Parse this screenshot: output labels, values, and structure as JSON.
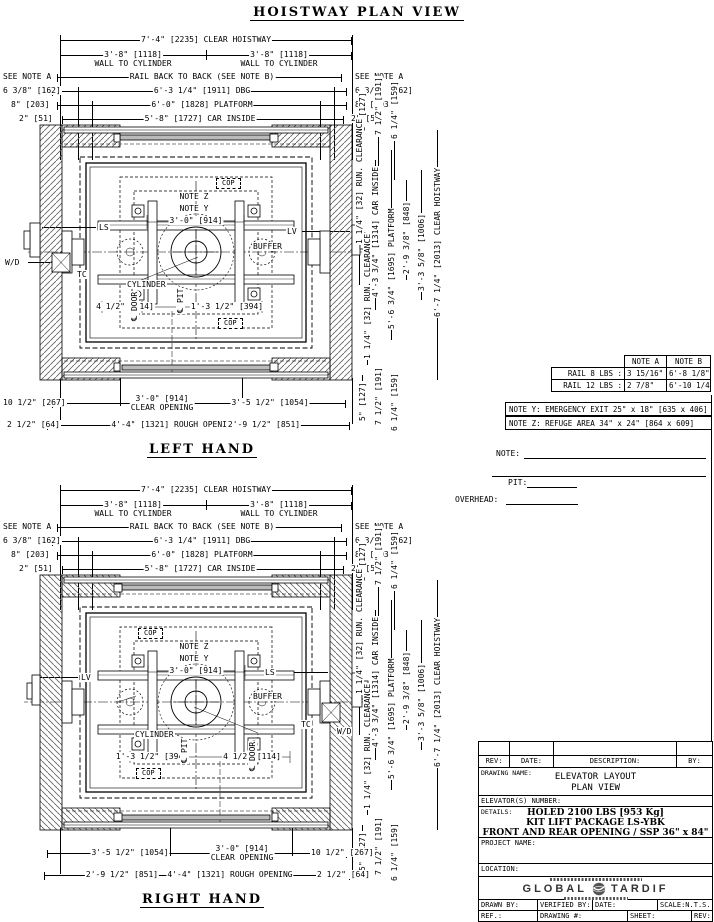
{
  "title": "HOISTWAY PLAN VIEW",
  "dims": {
    "clear_hoistway_w": "7'-4\" [2235] CLEAR HOISTWAY",
    "wall_cyl": "3'-8\" [1118]",
    "wall_cyl_sub": "WALL TO CYLINDER",
    "see_note_a": "SEE NOTE A",
    "rail_b2b": "RAIL BACK TO BACK (SEE NOTE B)",
    "d162": "6 3/8\" [162]",
    "dbg": "6'-3 1/4\" [1911] DBG",
    "d203": "8\" [203]",
    "platform_w": "6'-0\" [1828] PLATFORM",
    "d51": "2\" [51]",
    "car_inside_w": "5'-8\" [1727] CAR INSIDE",
    "d127": "5\" [127]",
    "d191": "7 1/2\" [191]",
    "d159": "6 1/4\" [159]",
    "run_clear": "1 1/4\" [32] RUN. CLEARANCE",
    "car_inside_d": "4'-3 3/4\" [1314] CAR INSIDE",
    "platform_d": "5'-6 3/4\" [1695] PLATFORM",
    "d848": "2'-9 3/8\" [848]",
    "d1006": "3'-3 5/8\" [1006]",
    "clear_hoistway_d": "6'-7 1/4\" [2013] CLEAR HOISTWAY",
    "d267": "10 1/2\" [267]",
    "clear_open": "3'-0\" [914]",
    "clear_open_sub": "CLEAR OPENING",
    "d1054": "3'-5 1/2\" [1054]",
    "d64": "2 1/2\" [64]",
    "rough_open": "4'-4\" [1321] ROUGH OPENING",
    "d851": "2'-9 1/2\" [851]",
    "note_z": "NOTE Z",
    "note_y": "NOTE Y",
    "cylinder": "CYLINDER",
    "buffer": "BUFFER",
    "cop": "COP",
    "ls": "LS",
    "lv": "LV",
    "tc": "TC",
    "wd": "W/D",
    "cl_pit": "℄ PIT",
    "cl_door": "℄ DOOR",
    "d114": "4 1/2\" [114]",
    "d394": "1'-3 1/2\" [394]"
  },
  "plans": {
    "left": {
      "label": "LEFT HAND"
    },
    "right": {
      "label": "RIGHT HAND"
    }
  },
  "rail_table": {
    "header_a": "NOTE A",
    "header_b": "NOTE B",
    "rows": [
      {
        "label": "RAIL 8 LBS :",
        "a": "3 15/16\"",
        "b": "6'-8 1/8\""
      },
      {
        "label": "RAIL 12 LBS :",
        "a": "2 7/8\"",
        "b": "6'-10 1/4\""
      }
    ]
  },
  "notes": {
    "y": "NOTE Y: EMERGENCY EXIT 25\" x 18\" [635 x 406]",
    "z": "NOTE Z: REFUGE AREA 34\" x 24\" [864 x 609]"
  },
  "form": {
    "note": "NOTE:",
    "pit": "PIT:",
    "overhead": "OVERHEAD:"
  },
  "titleblock": {
    "rev": "REV:",
    "date": "DATE:",
    "desc": "DESCRIPTION:",
    "by": "BY:",
    "drawing_name_label": "DRAWING NAME:",
    "drawing_name1": "ELEVATOR LAYOUT",
    "drawing_name2": "PLAN VIEW",
    "elev_num": "ELEVATOR(S) NUMBER:",
    "details_label": "DETAILS:",
    "details1": "HOLED 2100 LBS [953 Kg]",
    "details2": "KIT LIFT PACKAGE LS-YBK",
    "details3": "FRONT AND REAR OPENING / SSP 36\" x 84\"",
    "project": "PROJECT NAME:",
    "location": "LOCATION:",
    "logo1": "GLOBAL",
    "logo2": "TARDIF",
    "drawn": "DRAWN BY:",
    "verified": "VERIFIED BY:",
    "date2": "DATE:",
    "scale": "SCALE:",
    "nts": "N.T.S.",
    "ref": "REF.:",
    "drawing_no": "DRAWING #:",
    "sheet": "SHEET:",
    "rev2": "REV:"
  }
}
